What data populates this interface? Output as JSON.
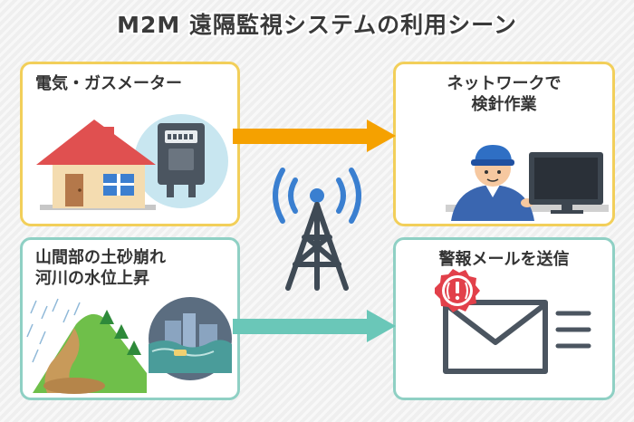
{
  "title": "M2M 遠隔監視システムの利用シーン",
  "cards": {
    "meter": {
      "label": "電気・ガスメーター"
    },
    "network": {
      "label_line1": "ネットワークで",
      "label_line2": "検針作業"
    },
    "disaster": {
      "label_line1": "山間部の土砂崩れ",
      "label_line2": "河川の水位上昇"
    },
    "alert": {
      "label": "警報メールを送信"
    }
  },
  "colors": {
    "card_border_yellow": "#f2cf5a",
    "card_border_teal": "#8fd0c4",
    "arrow_orange": "#f5a100",
    "arrow_teal": "#6ac7b8",
    "antenna": "#3f4a55",
    "signal": "#3a7fd0",
    "alert_red": "#e2404a"
  }
}
